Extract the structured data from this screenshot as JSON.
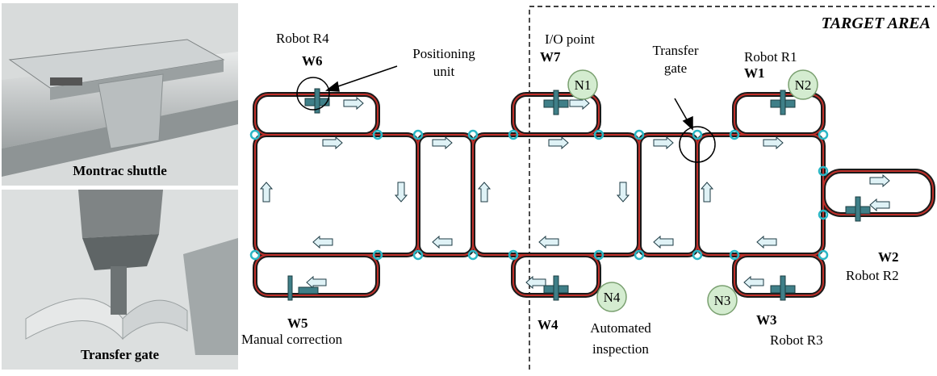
{
  "photos": {
    "top_caption": "Montrac shuttle",
    "bottom_caption": "Transfer gate"
  },
  "diagram": {
    "target_area": "TARGET AREA",
    "labels": {
      "robot_r4": "Robot R4",
      "w6": "W6",
      "positioning_unit_1": "Positioning",
      "positioning_unit_2": "unit",
      "io_point": "I/O point",
      "w7": "W7",
      "transfer_gate_1": "Transfer",
      "transfer_gate_2": "gate",
      "robot_r1": "Robot R1",
      "w1": "W1",
      "w2": "W2",
      "robot_r2": "Robot R2",
      "w3": "W3",
      "robot_r3": "Robot R3",
      "w4": "W4",
      "automated_inspection_1": "Automated",
      "automated_inspection_2": "inspection",
      "w5": "W5",
      "manual_correction": "Manual correction"
    },
    "nodes": [
      "N1",
      "N2",
      "N3",
      "N4"
    ],
    "colors": {
      "track_dark": "#1a1a1a",
      "track_red": "#c0302a",
      "node_fill": "#d4ecd0",
      "node_stroke": "#7aa070",
      "arrow_fill": "#dff2f6",
      "junction": "#2bb6c4"
    }
  }
}
